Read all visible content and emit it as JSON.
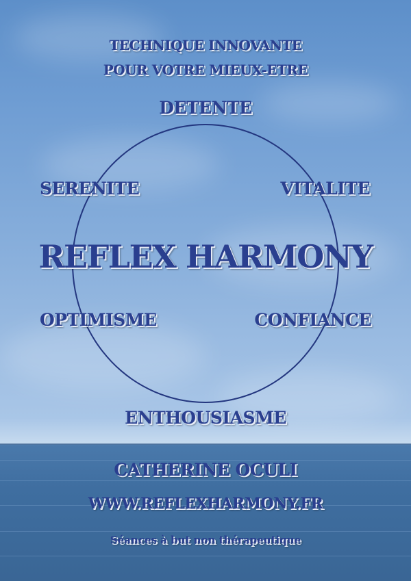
{
  "tagline_line1": "TECHNIQUE INNOVANTE",
  "tagline_line2": "POUR VOTRE MIEUX-ETRE",
  "words": {
    "top": "DETENTE",
    "upper_left": "SERENITE",
    "upper_right": "VITALITE",
    "lower_left": "OPTIMISME",
    "lower_right": "CONFIANCE",
    "bottom": "ENTHOUSIASME"
  },
  "brand": "REFLEX HARMONY",
  "name": "CATHERINE OCULI",
  "website": "WWW.REFLEXHARMONY.FR",
  "disclaimer": "Séances à but non thérapeutique",
  "colors": {
    "text": "#2a3f8f",
    "circle": "#23367f",
    "sky": "#6f9dd3",
    "sea": "#3f6ea0"
  }
}
